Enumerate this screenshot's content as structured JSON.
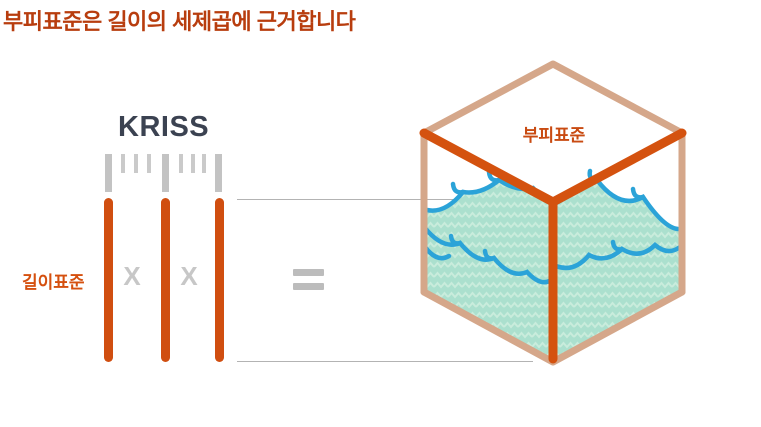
{
  "page": {
    "title": "부피표준은 길이의 세제곱에 근거합니다",
    "background": "#ffffff"
  },
  "length_standard": {
    "brand": "KRISS",
    "label": "길이표준",
    "bar_count": 3,
    "ruler_major_ticks": 3,
    "ruler_minor_ticks": 6
  },
  "equation": {
    "multiply": "X",
    "equals": "="
  },
  "volume_standard": {
    "label": "부피표준"
  },
  "colors": {
    "title_orange": "#b83d0e",
    "accent_orange": "#d04e10",
    "label_orange": "#d5500f",
    "kriss_navy": "#3b4251",
    "tick_gray": "#c3c3c3",
    "operator_gray": "#c7c7c7",
    "guide_line_gray": "#b3b3b3",
    "cube_tan": "#d5a78a",
    "water_teal": "#abe0ce",
    "water_zigzag": "#c9ecdc",
    "wave_blue": "#2ba3d8"
  }
}
